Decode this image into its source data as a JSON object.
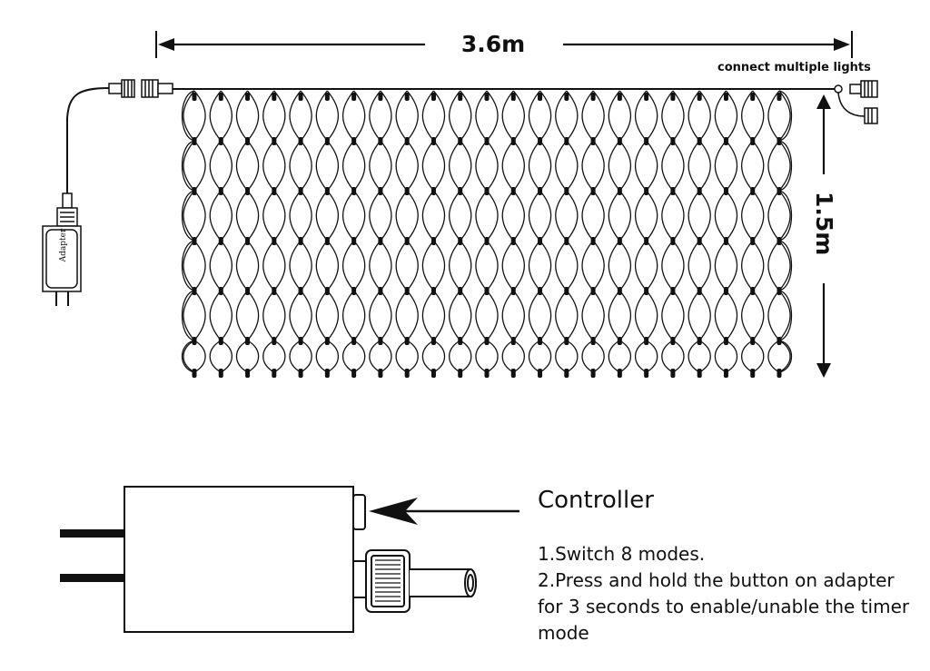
{
  "dimensions": {
    "width_label": "3.6m",
    "height_label": "1.5m"
  },
  "connector": {
    "label": "connect multiple lights"
  },
  "adapter": {
    "label": "Adapter"
  },
  "controller": {
    "title": "Controller",
    "notes": [
      "1.Switch 8 modes.",
      "2.Press and hold the button on adapter for 3 seconds to enable/unable the timer mode"
    ]
  },
  "colors": {
    "line": "#111111",
    "background": "#ffffff"
  }
}
